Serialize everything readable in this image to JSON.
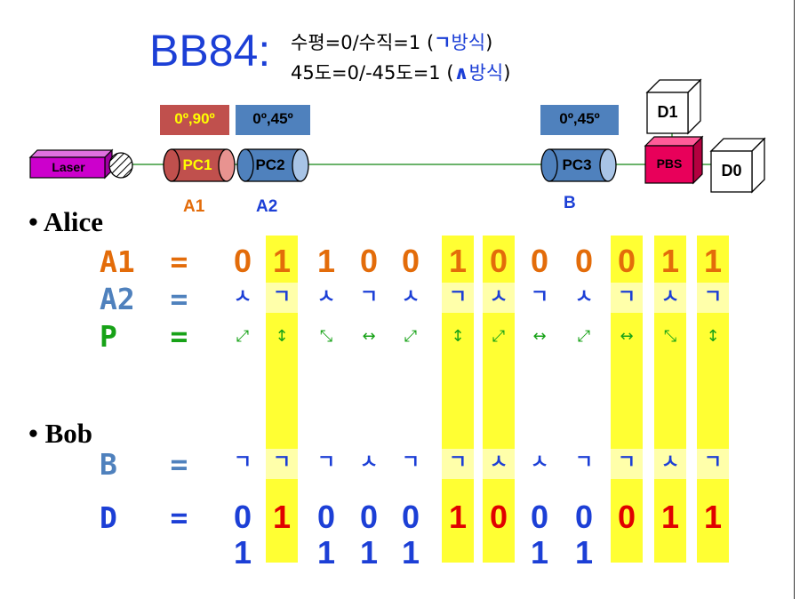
{
  "title": "BB84:",
  "legend": {
    "line1": {
      "text": "수평=0/수직=1 (",
      "glyph": "ㄱ",
      "word": "방식",
      "close": ")"
    },
    "line2": {
      "text": "45도=0/-45도=1 (",
      "glyph": "∧",
      "word": "방식",
      "close": ")"
    }
  },
  "setup": {
    "laser": "Laser",
    "pc1": "PC1",
    "pc2": "PC2",
    "pc3": "PC3",
    "pbs": "PBS",
    "d0": "D0",
    "d1": "D1",
    "pc1_angles": "0º,90º",
    "pc2_angles": "0º,45º",
    "pc3_angles": "0º,45º",
    "label_a1": "A1",
    "label_a2": "A2",
    "label_b": "B"
  },
  "sections": {
    "alice": "• Alice",
    "bob": "• Bob"
  },
  "rows": {
    "a1_label": "A1  =",
    "a2_label": "A2  =",
    "p_label": "P   =",
    "b_label": "B   =",
    "d_label": "D   ="
  },
  "colors": {
    "orange": "#e36c0a",
    "blue": "#1c3fd6",
    "green": "#17a217",
    "red": "#e00000",
    "yellow": "#ffff33",
    "pale_yellow": "#ffffaa",
    "magenta": "#cc00cc",
    "pbs": "#e8005a",
    "pc1": "#c0504d",
    "pc_blue": "#4f81bd"
  },
  "matches": [
    false,
    true,
    false,
    false,
    false,
    true,
    true,
    false,
    false,
    true,
    true,
    true
  ],
  "a1": [
    "0",
    "1",
    "1",
    "0",
    "0",
    "1",
    "0",
    "0",
    "0",
    "0",
    "1",
    "1"
  ],
  "a2": [
    "ㅅ",
    "ㄱ",
    "ㅅ",
    "ㄱ",
    "ㅅ",
    "ㄱ",
    "ㅅ",
    "ㄱ",
    "ㅅ",
    "ㄱ",
    "ㅅ",
    "ㄱ"
  ],
  "p": [
    "⤢",
    "↕",
    "⤡",
    "↔",
    "⤢",
    "↕",
    "⤢",
    "↔",
    "⤢",
    "↔",
    "⤡",
    "↕"
  ],
  "b": [
    "ㄱ",
    "ㄱ",
    "ㄱ",
    "ㅅ",
    "ㄱ",
    "ㄱ",
    "ㅅ",
    "ㅅ",
    "ㄱ",
    "ㄱ",
    "ㅅ",
    "ㄱ"
  ],
  "d": [
    "0",
    "1",
    "0",
    "0",
    "0",
    "1",
    "0",
    "0",
    "0",
    "0",
    "1",
    "1"
  ],
  "d_alt": [
    "1",
    "",
    "1",
    "1",
    "1",
    "",
    "",
    "1",
    "1",
    "",
    "",
    ""
  ]
}
